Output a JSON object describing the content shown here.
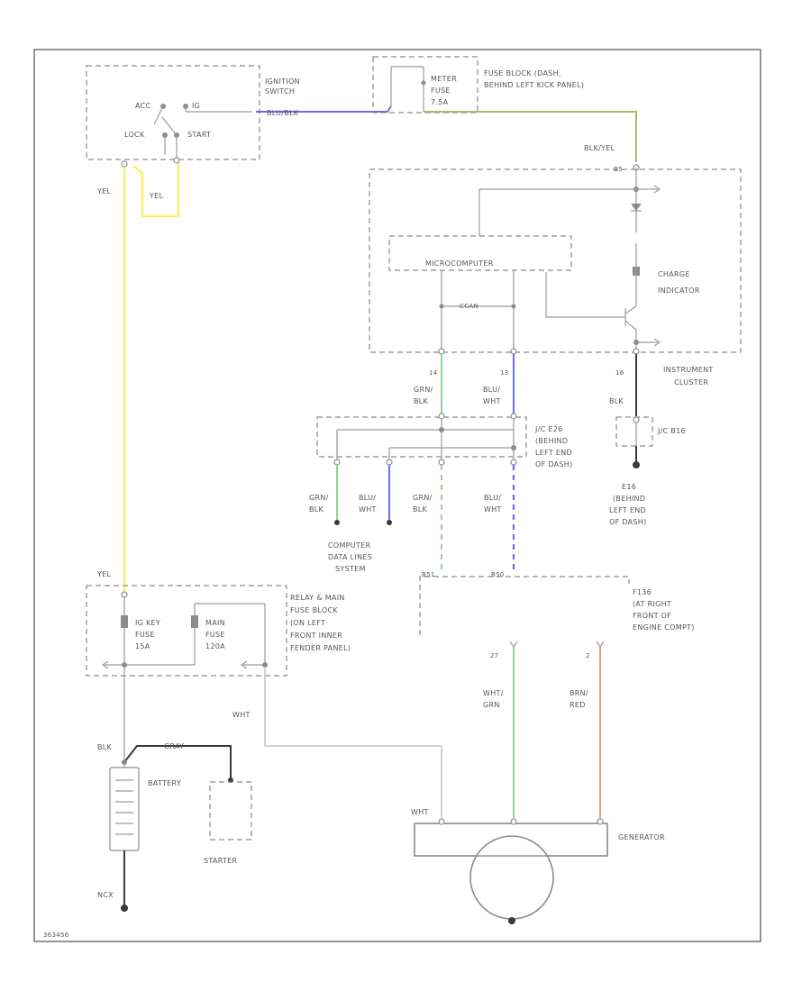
{
  "colors": {
    "yellow": "#f3f34a",
    "blue": "#6b6bef",
    "olive": "#b4b46c",
    "green": "#8fd68f",
    "orange": "#ec9b63",
    "gray": "#8c8c8c",
    "dark": "#3a3a3a"
  },
  "labels": {
    "ignition_switch": [
      "IGNITION",
      "SWITCH"
    ],
    "acc": "ACC",
    "ig": "IG",
    "lock": "LOCK",
    "start": "START",
    "blu_blk_top": "BLU/BLK",
    "meter_fuse": [
      "METER",
      "FUSE",
      "7.5A"
    ],
    "fuse_block": [
      "FUSE BLOCK (DASH,",
      "BEHIND LEFT KICK PANEL)"
    ],
    "yel_left": "YEL",
    "yel_loop": "YEL",
    "blk_yel": "BLK/YEL",
    "b5_pin": "B5",
    "microcomputer": "MICROCOMPUTER",
    "ccan": "CCAN",
    "charge_indicator": [
      "CHARGE",
      "INDICATOR"
    ],
    "instrument_cluster": [
      "INSTRUMENT",
      "CLUSTER"
    ],
    "pin_14": "14",
    "pin_13": "13",
    "pin_16": "16",
    "grn_blk": [
      "GRN/",
      "BLK"
    ],
    "blu_wht": [
      "BLU/",
      "WHT"
    ],
    "blk": "BLK",
    "jc_b26": [
      "J/C E26",
      "(BEHIND",
      "LEFT END",
      "OF DASH)"
    ],
    "jc_b16": "J/C B16",
    "e16": [
      "E16",
      "(BEHIND",
      "LEFT END",
      "OF DASH)"
    ],
    "grn_blk_2": [
      "GRN/",
      "BLK"
    ],
    "blu_wht_2": [
      "BLU/",
      "WHT"
    ],
    "grn_blk_3": [
      "GRN/",
      "BLK"
    ],
    "blu_wht_3": [
      "BLU/",
      "WHT"
    ],
    "computer_data": [
      "COMPUTER",
      "DATA LINES",
      "SYSTEM"
    ],
    "b51": "B51",
    "b50": "B50",
    "f136": [
      "F136",
      "(AT RIGHT",
      "FRONT OF",
      "ENGINE COMPT)"
    ],
    "yel_relay": "YEL",
    "ig_key_fuse": [
      "IG KEY",
      "FUSE",
      "15A"
    ],
    "main_fuse": [
      "MAIN",
      "FUSE",
      "120A"
    ],
    "relay_block": [
      "RELAY & MAIN",
      "FUSE BLOCK",
      "(ON LEFT",
      "FRONT INNER",
      "FENDER PANEL)"
    ],
    "pin_27": "27",
    "pin_2": "2",
    "wht_grn": [
      "WHT/",
      "GRN"
    ],
    "brn_red": [
      "BRN/",
      "RED"
    ],
    "wht_mid": "WHT",
    "blk_bat": "BLK",
    "gray_bat": "GRAY",
    "battery": "BATTERY",
    "starter": "STARTER",
    "wht_gen": "WHT",
    "generator": "GENERATOR",
    "ncx": "NCX",
    "figure_id": "363456"
  }
}
